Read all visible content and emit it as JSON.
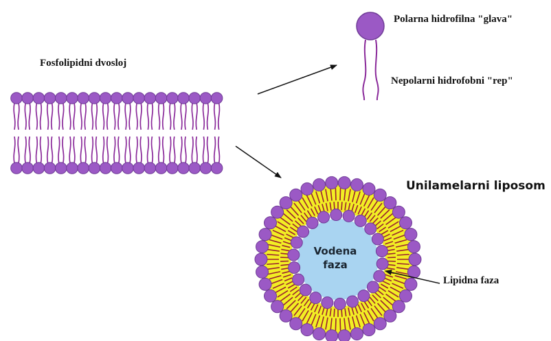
{
  "labels": {
    "bilayer": "Fosfolipidni dvosloj",
    "polar_head": "Polarna hidrofilna \"glava\"",
    "nonpolar_tail": "Nepolarni hidrofobni \"rep\"",
    "liposome": "Unilamelarni liposom",
    "aqueous_core_line1": "Vodena",
    "aqueous_core_line2": "faza",
    "lipid_phase": "Lipidna faza"
  },
  "colors": {
    "head_fill": "#9b59c5",
    "head_stroke": "#6f3b96",
    "tail": "#8a2a9a",
    "lipid_layer": "#f2ee24",
    "aqueous_core": "#a9d4f1",
    "liposome_tail": "#9a2030",
    "arrow": "#111111"
  }
}
